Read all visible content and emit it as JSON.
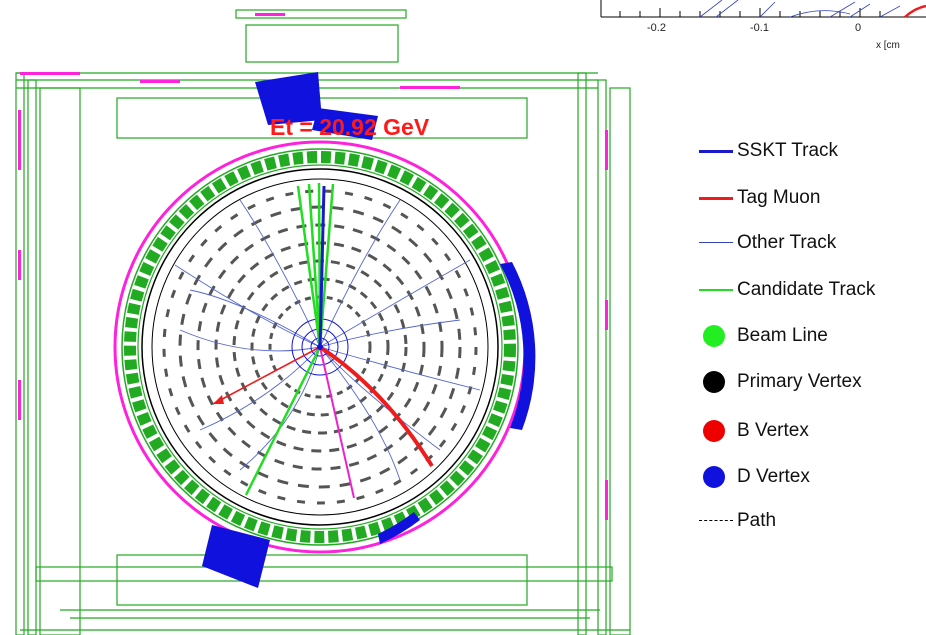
{
  "event_display": {
    "et_label": "Et = 20.92 GeV",
    "zoom_axis": {
      "tick_labels": [
        "-0.2",
        "-0.1",
        "0"
      ],
      "unit_label": "x [cm"
    }
  },
  "legend": {
    "items": [
      {
        "label": "SSKT Track",
        "kind": "line",
        "color": "#1a1acc",
        "style": "solid",
        "width": 3
      },
      {
        "label": "Tag Muon",
        "kind": "line",
        "color": "#ee1c1c",
        "style": "solid",
        "width": 3
      },
      {
        "label": "Other Track",
        "kind": "line",
        "color": "#3344bb",
        "style": "solid",
        "width": 1.2
      },
      {
        "label": "Candidate Track",
        "kind": "line",
        "color": "#22dd22",
        "style": "solid",
        "width": 2
      },
      {
        "label": "Beam Line",
        "kind": "dot",
        "color": "#22ee22"
      },
      {
        "label": "Primary Vertex",
        "kind": "dot",
        "color": "#000000"
      },
      {
        "label": "B Vertex",
        "kind": "dot",
        "color": "#ee0000"
      },
      {
        "label": "D Vertex",
        "kind": "dot",
        "color": "#1111dd"
      },
      {
        "label": "Path",
        "kind": "line",
        "color": "#000000",
        "style": "dashed",
        "width": 1.5
      }
    ]
  },
  "colors": {
    "detector": "#22aa22",
    "magenta": "#ff22dd",
    "energy_tower": "#1111dd",
    "hits": "#555555"
  }
}
